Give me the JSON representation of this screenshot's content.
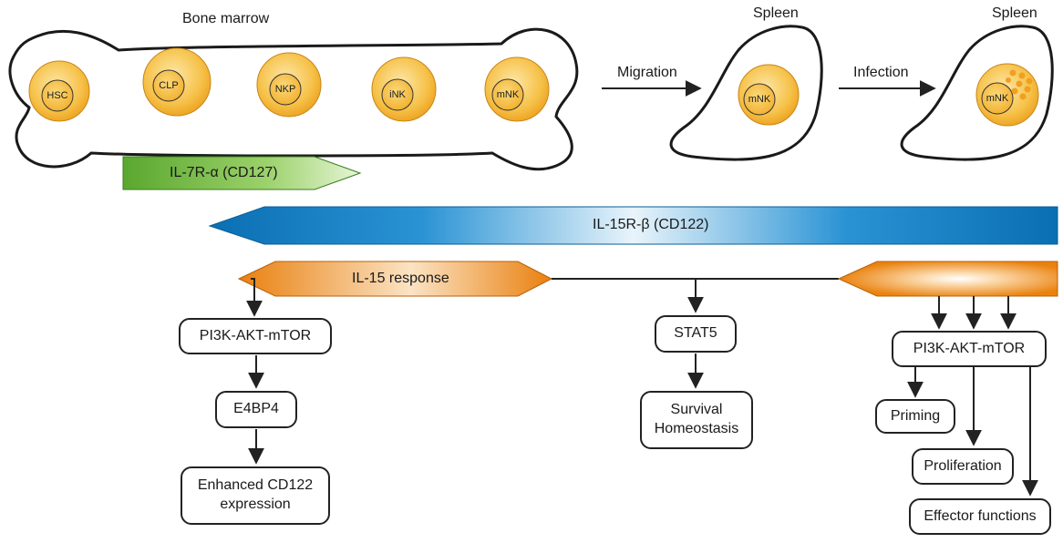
{
  "bone_marrow": {
    "title": "Bone marrow",
    "cells": [
      "HSC",
      "CLP",
      "NKP",
      "iNK",
      "mNK"
    ]
  },
  "spleen_1": {
    "title": "Spleen",
    "cell": "mNK"
  },
  "spleen_2": {
    "title": "Spleen",
    "cell": "mNK"
  },
  "arrows": {
    "migration": "Migration",
    "infection": "Infection"
  },
  "bars": {
    "il7r": "IL-7R-α (CD127)",
    "il15r": "IL-15R-β (CD122)",
    "il15_response": "IL-15 response"
  },
  "left_path": {
    "pi3k": "PI3K-AKT-mTOR",
    "e4bp4": "E4BP4",
    "enhanced_line1": "Enhanced CD122",
    "enhanced_line2": "expression"
  },
  "middle_path": {
    "stat5": "STAT5",
    "survival_line1": "Survival",
    "survival_line2": "Homeostasis"
  },
  "right_path": {
    "pi3k": "PI3K-AKT-mTOR",
    "priming": "Priming",
    "proliferation": "Proliferation",
    "effector": "Effector functions"
  },
  "colors": {
    "cell_fill": "#f4b63a",
    "green_bar": "#7cc142",
    "blue_bar": "#1a86c8",
    "orange_bar": "#f2901e"
  }
}
